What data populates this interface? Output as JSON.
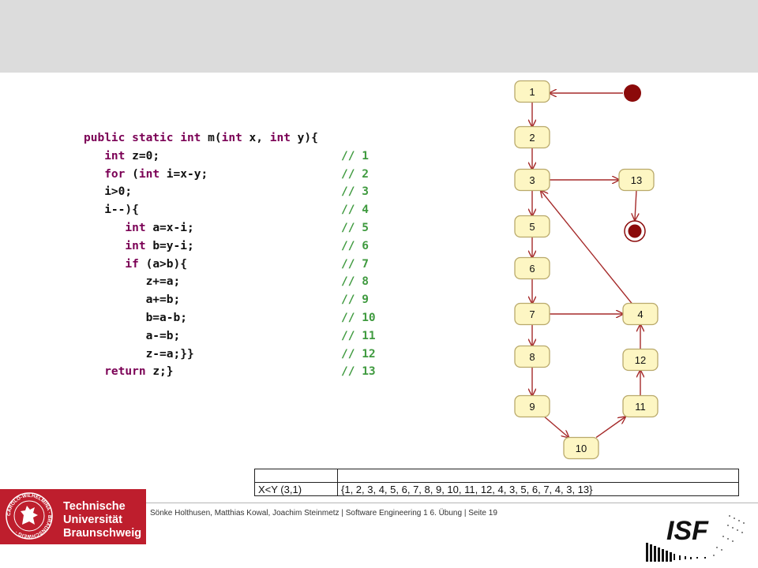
{
  "code": [
    {
      "indent": "",
      "parts": [
        {
          "t": "public static int ",
          "kw": true
        },
        {
          "t": "m("
        },
        {
          "t": "int",
          "kw": true
        },
        {
          "t": " x, "
        },
        {
          "t": "int",
          "kw": true
        },
        {
          "t": " y){"
        }
      ],
      "comment": ""
    },
    {
      "indent": "   ",
      "parts": [
        {
          "t": "int",
          "kw": true
        },
        {
          "t": " z=0;"
        }
      ],
      "comment": "// 1"
    },
    {
      "indent": "   ",
      "parts": [
        {
          "t": "for",
          "kw": true
        },
        {
          "t": " ("
        },
        {
          "t": "int",
          "kw": true
        },
        {
          "t": " i=x-y;"
        }
      ],
      "comment": "// 2"
    },
    {
      "indent": "   ",
      "parts": [
        {
          "t": "i>0;"
        }
      ],
      "comment": "// 3"
    },
    {
      "indent": "   ",
      "parts": [
        {
          "t": "i--){"
        }
      ],
      "comment": "// 4"
    },
    {
      "indent": "      ",
      "parts": [
        {
          "t": "int",
          "kw": true
        },
        {
          "t": " a=x-i;"
        }
      ],
      "comment": "// 5"
    },
    {
      "indent": "      ",
      "parts": [
        {
          "t": "int",
          "kw": true
        },
        {
          "t": " b=y-i;"
        }
      ],
      "comment": "// 6"
    },
    {
      "indent": "      ",
      "parts": [
        {
          "t": "if",
          "kw": true
        },
        {
          "t": " (a>b){"
        }
      ],
      "comment": "// 7"
    },
    {
      "indent": "         ",
      "parts": [
        {
          "t": "z+=a;"
        }
      ],
      "comment": "// 8"
    },
    {
      "indent": "         ",
      "parts": [
        {
          "t": "a+=b;"
        }
      ],
      "comment": "// 9"
    },
    {
      "indent": "         ",
      "parts": [
        {
          "t": "b=a-b;"
        }
      ],
      "comment": "// 10"
    },
    {
      "indent": "         ",
      "parts": [
        {
          "t": "a-=b;"
        }
      ],
      "comment": "// 11"
    },
    {
      "indent": "         ",
      "parts": [
        {
          "t": "z-=a;}}"
        }
      ],
      "comment": "// 12"
    },
    {
      "indent": "   ",
      "parts": [
        {
          "t": "return",
          "kw": true
        },
        {
          "t": " z;}"
        }
      ],
      "comment": "// 13"
    }
  ],
  "flow_nodes": [
    "1",
    "2",
    "3",
    "5",
    "6",
    "7",
    "8",
    "9",
    "10",
    "11",
    "12",
    "4",
    "13"
  ],
  "table": {
    "rows": [
      [
        "",
        ""
      ],
      [
        "X<Y (3,1)",
        "{1, 2, 3, 4, 5, 6, 7, 8, 9, 10, 11, 12, 4, 3, 5, 6, 7, 4, 3, 13}"
      ]
    ]
  },
  "logo": {
    "line1": "Technische",
    "line2": "Universität",
    "line3": "Braunschweig",
    "seal_text": "CAROLO-WILHELMINA · BRAUNSCHWEIG ·"
  },
  "footer": "Sönke Holthusen, Matthias Kowal, Joachim Steinmetz | Software Engineering 1 6. Übung | Seite 19",
  "isf_logo": "ISF",
  "colors": {
    "keyword": "#7b0055",
    "comment": "#3f9a3f",
    "node_fill": "#fdf6c3",
    "node_border": "#b9a96b",
    "arrow": "#a52a2a",
    "brand_red": "#be1e2d"
  }
}
